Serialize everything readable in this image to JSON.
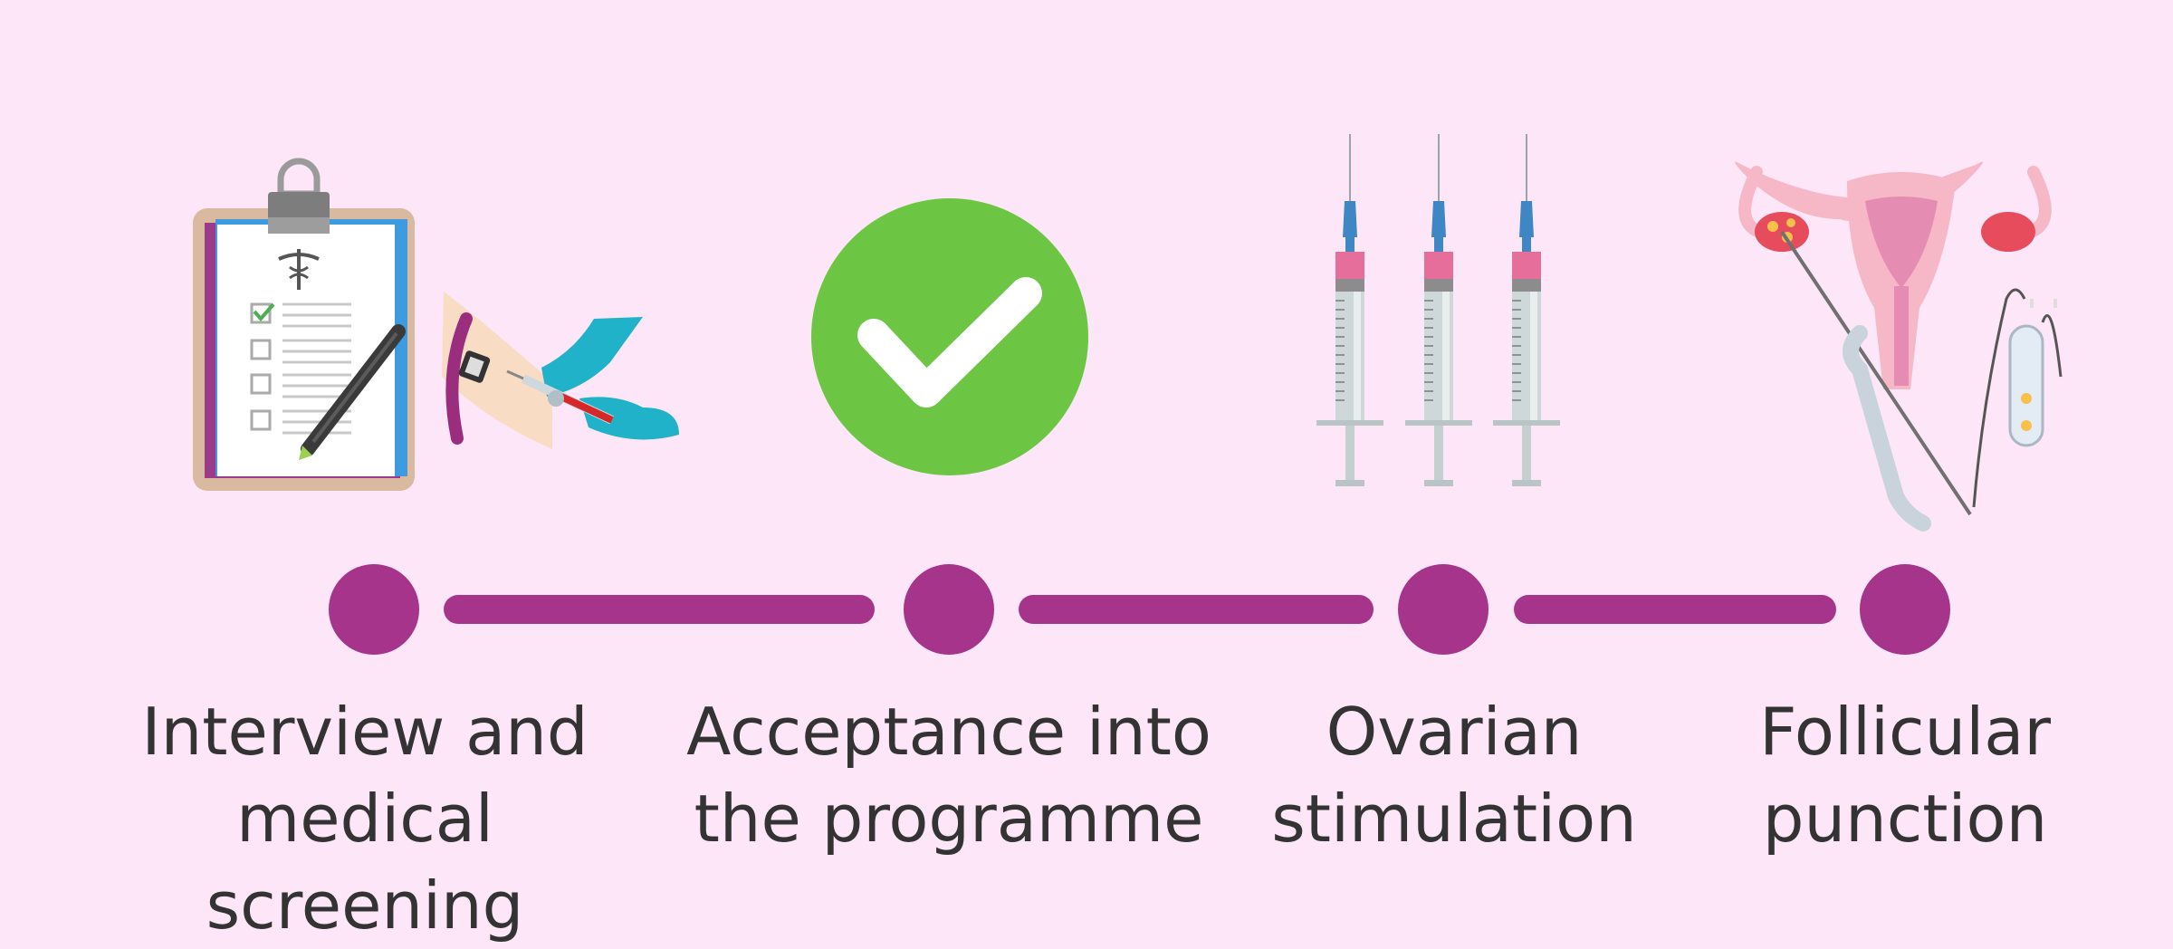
{
  "colors": {
    "background": "#fde6f7",
    "timeline": "#a6348a",
    "text": "#333333",
    "check": "#6cc644",
    "syringe_cap": "#3f86c4",
    "syringe_plunger": "#e56f9a"
  },
  "steps": [
    {
      "label": "Interview and\nmedical screening",
      "icon": "clipboard-and-blood-test-icon"
    },
    {
      "label": "Acceptance into\nthe programme",
      "icon": "check-circle-icon"
    },
    {
      "label": "Ovarian\nstimulation",
      "icon": "syringes-icon"
    },
    {
      "label": "Follicular\npunction",
      "icon": "uterus-puncture-icon"
    }
  ]
}
